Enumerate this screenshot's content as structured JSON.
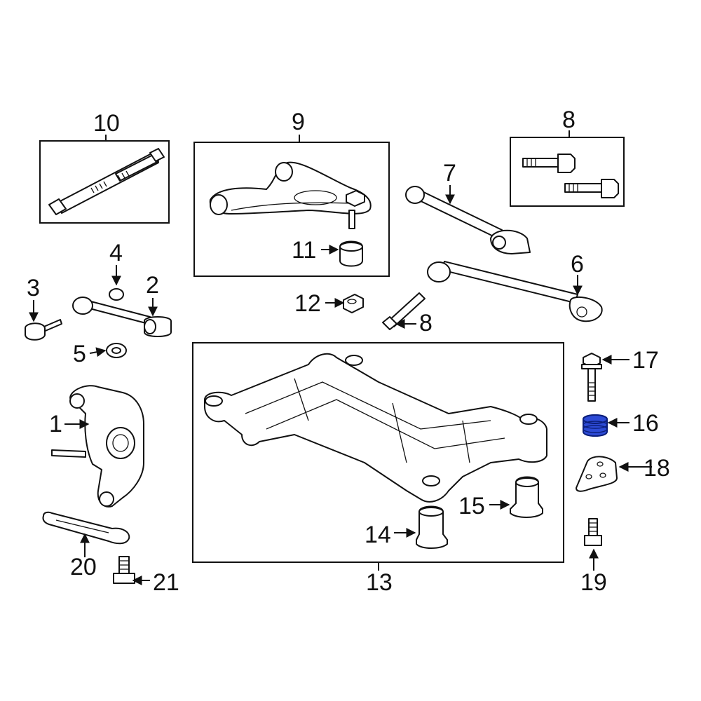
{
  "callouts": {
    "c1": "1",
    "c2": "2",
    "c3": "3",
    "c4": "4",
    "c5": "5",
    "c6": "6",
    "c7": "7",
    "c8a": "8",
    "c8b": "8",
    "c9": "9",
    "c10": "10",
    "c11": "11",
    "c12": "12",
    "c13": "13",
    "c14": "14",
    "c15": "15",
    "c16": "16",
    "c17": "17",
    "c18": "18",
    "c19": "19",
    "c20": "20",
    "c21": "21"
  },
  "colors": {
    "line": "#111111",
    "highlight": "#2d4bd6"
  },
  "highlighted_part": "16"
}
